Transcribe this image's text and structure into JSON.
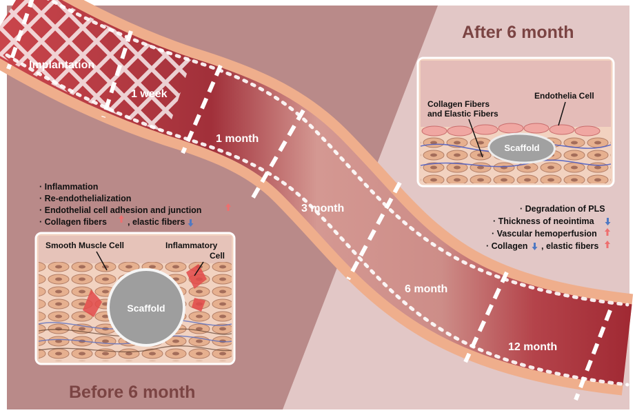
{
  "headings": {
    "before": "Before 6 month",
    "after": "After 6 month"
  },
  "stages": [
    "Implantation",
    "1 week",
    "1 month",
    "3 month",
    "6 month",
    "12 month"
  ],
  "before_effects": [
    {
      "text": "· Inflammation",
      "arrow": ""
    },
    {
      "text": "· Re-endothelialization",
      "arrow": ""
    },
    {
      "text": "· Endothelial cell adhesion and junction",
      "arrow": "up"
    },
    {
      "text": "· Collagen fibers",
      "arrow": "up",
      "text2": ", elastic fibers",
      "arrow2": "down"
    }
  ],
  "after_effects": [
    {
      "text": "· Degradation of PLS",
      "arrow": ""
    },
    {
      "text": "· Thickness of neointima",
      "arrow": "down"
    },
    {
      "text": "· Vascular hemoperfusion",
      "arrow": "up"
    },
    {
      "text": "· Collagen",
      "arrow": "down",
      "text2": ", elastic fibers",
      "arrow2": "up"
    }
  ],
  "before_inset": {
    "labels": {
      "smooth_muscle": "Smooth Muscle Cell",
      "inflammatory_1": "Inflammatory",
      "inflammatory_2": "Cell",
      "scaffold": "Scaffold"
    }
  },
  "after_inset": {
    "labels": {
      "fibers_1": "Collagen Fibers",
      "fibers_2": "and Elastic Fibers",
      "endothelia": "Endothelia Cell",
      "scaffold": "Scaffold"
    }
  },
  "colors": {
    "bg_left": "#b98a89",
    "bg_right": "#e2c7c6",
    "vessel_wall": "#efae8c",
    "lumen_dark": "#a52f35",
    "lumen_light": "#e6a9a4",
    "arrow_up": "#ee6f6f",
    "arrow_down": "#4f79c3",
    "heading": "#7b4443"
  }
}
